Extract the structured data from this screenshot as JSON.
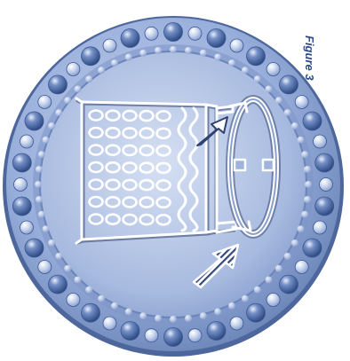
{
  "figure": {
    "label": "Figure 3"
  },
  "colors": {
    "plate_outer": "#5f79ad",
    "plate_inner": "#8aa0cf",
    "plate_center": "#cad6ee",
    "bead_light": "#dbe5f6",
    "bead_dark": "#3f5d98",
    "line_art": "#ffffff",
    "line_shadow": "#2e3f6a",
    "label": "#2c4b8c"
  },
  "illustration": {
    "description_icon": "rack-and-frame-assembly-icon",
    "arrows": [
      {
        "name": "upper-arrow-icon",
        "style": "solid"
      },
      {
        "name": "lower-arrow-icon",
        "style": "striped"
      }
    ]
  }
}
